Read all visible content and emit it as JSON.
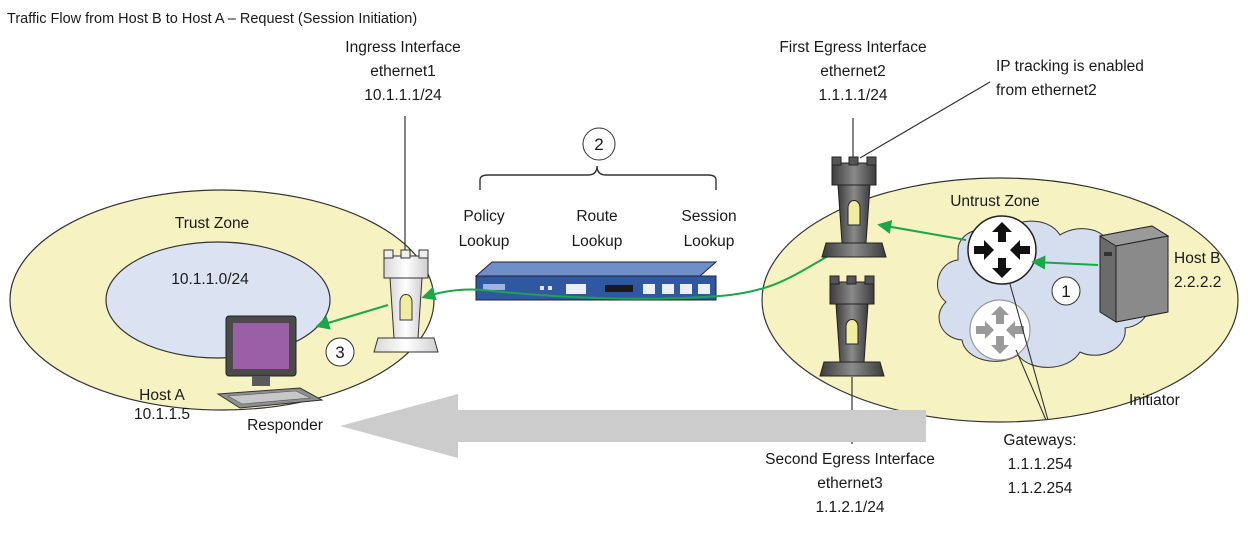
{
  "title": "Traffic Flow from Host B to Host A – Request (Session Initiation)",
  "ingress": {
    "line1": "Ingress Interface",
    "line2": "ethernet1",
    "line3": "10.1.1.1/24"
  },
  "first_egress": {
    "line1": "First Egress Interface",
    "line2": "ethernet2",
    "line3": "1.1.1.1/24"
  },
  "ip_tracking": {
    "line1": "IP tracking is enabled",
    "line2": "from ethernet2"
  },
  "second_egress": {
    "line1": "Second Egress Interface",
    "line2": "ethernet3",
    "line3": "1.1.2.1/24"
  },
  "lookups": {
    "policy": {
      "line1": "Policy",
      "line2": "Lookup"
    },
    "route": {
      "line1": "Route",
      "line2": "Lookup"
    },
    "session": {
      "line1": "Session",
      "line2": "Lookup"
    }
  },
  "trust_zone": {
    "label": "Trust Zone",
    "subnet": "10.1.1.0/24"
  },
  "untrust_zone": {
    "label": "Untrust Zone"
  },
  "host_a": {
    "line1": "Host A",
    "line2": "10.1.1.5",
    "role": "Responder"
  },
  "host_b": {
    "line1": "Host B",
    "line2": "2.2.2.2",
    "role": "Initiator"
  },
  "gateways": {
    "label": "Gateways:",
    "ip1": "1.1.1.254",
    "ip2": "1.1.2.254"
  },
  "steps": {
    "one": "1",
    "two": "2",
    "three": "3"
  },
  "colors": {
    "trust_zone": "#f6f2c2",
    "subnet": "#dbe3f2",
    "flow_arrow": "#1aa64a",
    "return_arrow": "#cccccc",
    "device": "#2f58a0"
  },
  "icons": [
    "firewall-tower-icon",
    "router-icon",
    "server-icon",
    "computer-icon",
    "security-device-icon"
  ]
}
